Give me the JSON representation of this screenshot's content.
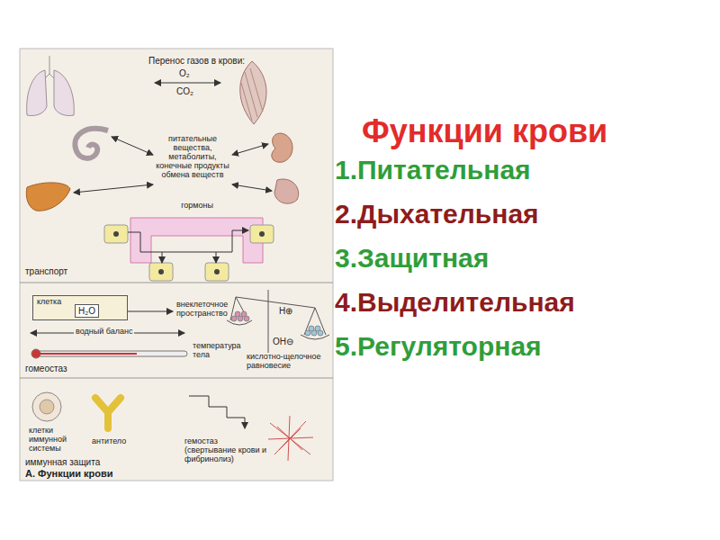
{
  "diagram": {
    "title": "Функции крови",
    "nodes": [
      {
        "text": [
          "клетка"
        ]
      },
      {
        "text": [
          "H₂O"
        ],
        "in": 0
      },
      {
        "text": [
          "гормоны"
        ]
      }
    ],
    "labels": [
      "Перенос газов в крови:",
      "O₂",
      "CO₂",
      "питательные вещества, метаболиты, конечные продукты обмена веществ",
      "транспорт",
      "внеклеточное пространство",
      "водный баланс",
      "температура тела",
      "H⊕",
      "OH⊖",
      "кислотно-щелочное равновесие",
      "гомеостаз",
      "клетки иммунной системы",
      "антитело",
      "иммунная защита",
      "гемостаз (свертывание крови и фибринолиз)",
      "А. Функции крови",
      "1.Питательная",
      "2.Дыхательная",
      "3.Защитная",
      "4.Выделительная",
      "5.Регуляторная"
    ]
  }
}
